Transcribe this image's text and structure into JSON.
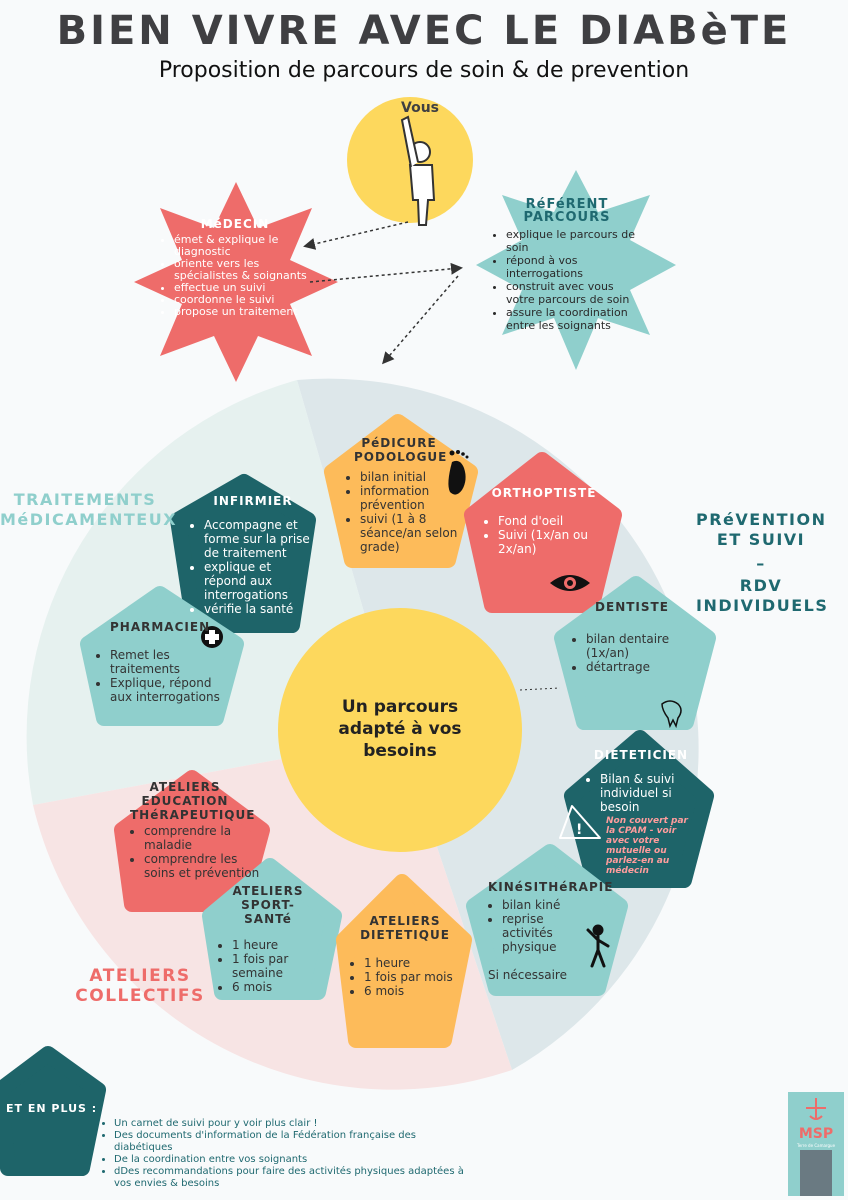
{
  "header": {
    "title": "BIEN VIVRE AVEC LE DIABèTE",
    "subtitle": "Proposition de parcours de soin & de prevention"
  },
  "vous": {
    "label": "Vous"
  },
  "medecin": {
    "title": "MéDECIN",
    "items": [
      "émet & explique  le diagnostic",
      "oriente vers les spécialistes & soignants",
      "effectue un suivi",
      "coordonne le suivi",
      "propose un traitement"
    ]
  },
  "referent": {
    "title": "RéFéRENT PARCOURS",
    "items": [
      "explique le parcours de soin",
      "répond à vos interrogations",
      "construit avec vous votre parcours de soin",
      "assure la coordination entre les soignants"
    ]
  },
  "center": {
    "label": "Un parcours adapté à vos besoins"
  },
  "sections": {
    "traitements": "TRAITEMENTS MéDICAMENTEUX",
    "prevention": "PRéVENTION ET SUIVI",
    "dash": "–",
    "rdv": "RDV INDIVIDUELS",
    "ateliers": "ATELIERS COLLECTIFS"
  },
  "pedicure": {
    "title": "PéDICURE PODOLOGUE",
    "items": [
      "bilan initial",
      "information prévention",
      "suivi (1 à 8 séance/an selon grade)"
    ]
  },
  "orthoptiste": {
    "title": "ORTHOPTISTE",
    "items": [
      "Fond d'oeil",
      "Suivi (1x/an ou 2x/an)"
    ]
  },
  "dentiste": {
    "title": "DENTISTE",
    "items": [
      "bilan dentaire (1x/an)",
      "détartrage"
    ]
  },
  "dieteticien": {
    "title": "DIETETICIEN",
    "items": [
      "Bilan & suivi individuel si besoin"
    ],
    "warning": "Non couvert par la CPAM - voir avec votre mutuelle ou parlez-en au médecin"
  },
  "kine": {
    "title": "KINéSITHéRAPIE",
    "items": [
      "bilan kiné",
      "reprise activités physique"
    ],
    "note": "Si nécessaire"
  },
  "infirmier": {
    "title": "INFIRMIER",
    "items": [
      "Accompagne et forme sur la prise de traitement",
      "explique et répond aux interrogations",
      "vérifie la santé"
    ]
  },
  "pharmacien": {
    "title": "PHARMACIEN",
    "items": [
      "Remet les traitements",
      "Explique, répond aux interrogations"
    ]
  },
  "education": {
    "title": "ATELIERS EDUCATION THéRAPEUTIQUE",
    "items": [
      "comprendre la maladie",
      "comprendre les soins et prévention"
    ]
  },
  "sport": {
    "title": "ATELIERS SPORT-SANTé",
    "items": [
      "1 heure",
      "1 fois par semaine",
      "6 mois"
    ]
  },
  "dietetique": {
    "title": "ATELIERS DIETETIQUE",
    "items": [
      "1 heure",
      "1 fois par mois",
      "6 mois"
    ]
  },
  "extra": {
    "label": "ET EN PLUS :",
    "items": [
      "Un carnet de suivi pour y voir plus clair !",
      "Des documents d'information de la Fédération française des diabétiques",
      "De la coordination entre vos soignants",
      "dDes recommandations pour faire des activités physiques adaptées à vos envies & besoins"
    ]
  },
  "logo": {
    "text": "MSP",
    "sub": "Terre de Camargue"
  },
  "colors": {
    "red": "#ee6c6a",
    "teal": "#8fcfcc",
    "darkteal": "#1e6469",
    "yellow": "#fdd85d",
    "orange": "#fdbb5a"
  }
}
